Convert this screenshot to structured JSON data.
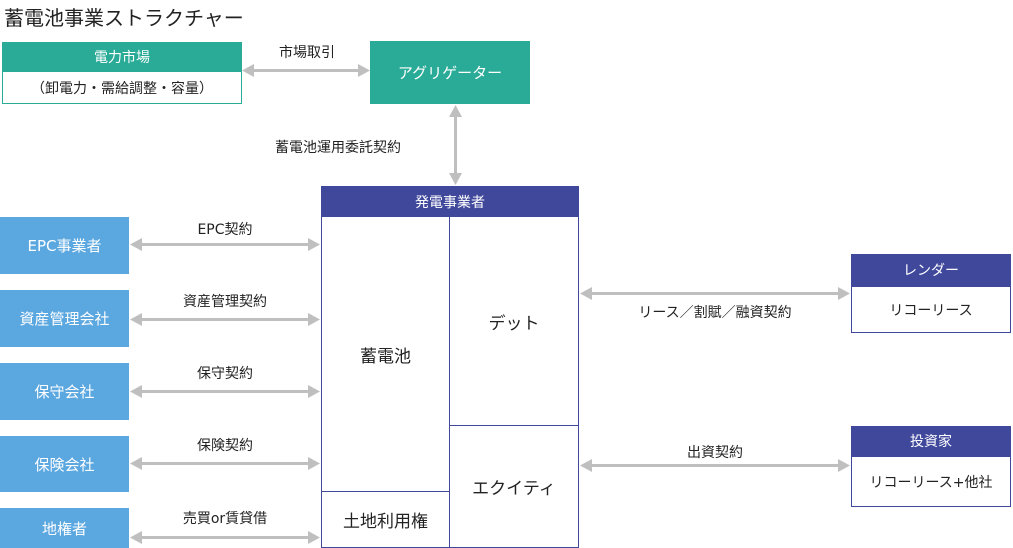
{
  "title": "蓄電池事業ストラクチャー",
  "market": {
    "header": "電力市場",
    "body": "（卸電力・需給調整・容量）"
  },
  "aggregator": {
    "label": "アグリゲーター"
  },
  "market_trade_label": "市場取引",
  "operation_contract_label": "蓄電池運用委託契約",
  "operator": {
    "header": "発電事業者",
    "battery": "蓄電池",
    "land_rights": "土地利用権",
    "debt": "デット",
    "equity": "エクイティ"
  },
  "left_parties": [
    {
      "name": "EPC事業者",
      "contract": "EPC契約"
    },
    {
      "name": "資産管理会社",
      "contract": "資産管理契約"
    },
    {
      "name": "保守会社",
      "contract": "保守契約"
    },
    {
      "name": "保険会社",
      "contract": "保険契約"
    },
    {
      "name": "地権者",
      "contract": "売買or賃貸借"
    }
  ],
  "lender": {
    "header": "レンダー",
    "body": "リコーリース",
    "contract": "リース／割賦／融資契約"
  },
  "investor": {
    "header": "投資家",
    "body": "リコーリース+他社",
    "contract": "出資契約"
  },
  "colors": {
    "teal": "#2aab97",
    "blue": "#5ba7e0",
    "navy": "#40489c",
    "arrow": "#bfbfbf"
  }
}
